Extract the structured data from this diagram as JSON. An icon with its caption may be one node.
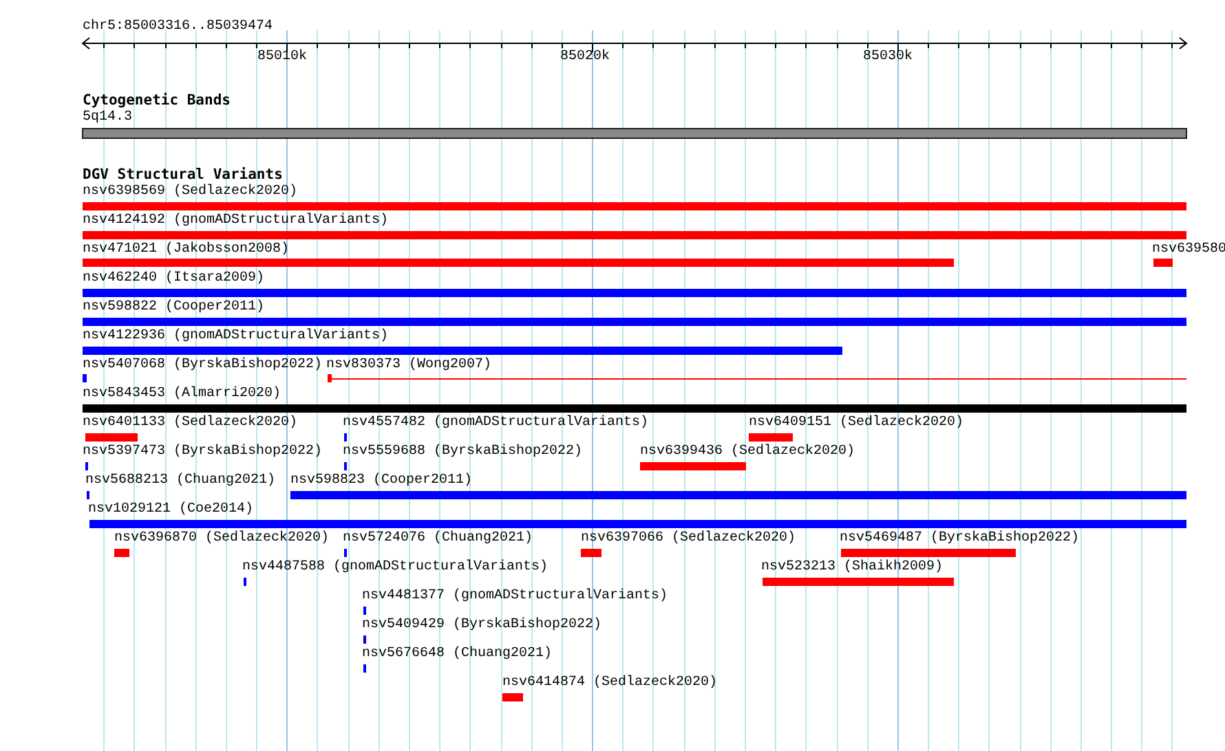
{
  "diagram": {
    "title": "chr5:85003316..85039474",
    "labels": [
      "85010k",
      "85020k",
      "85030k",
      "Cytogenetic Bands",
      "5q14.3",
      "DGV Structural Variants",
      "nsv6398569 (Sedlazeck2020)",
      "nsv4124192 (gnomADStructuralVariants)",
      "nsv471021 (Jakobsson2008)",
      "nsv639580",
      "nsv462240 (Itsara2009)",
      "nsv598822 (Cooper2011)",
      "nsv4122936 (gnomADStructuralVariants)",
      "nsv5407068 (ByrskaBishop2022)",
      "nsv830373 (Wong2007)",
      "nsv5843453 (Almarri2020)",
      "nsv6401133 (Sedlazeck2020)",
      "nsv4557482 (gnomADStructuralVariants)",
      "nsv6409151 (Sedlazeck2020)",
      "nsv5397473 (ByrskaBishop2022)",
      "nsv5559688 (ByrskaBishop2022)",
      "nsv6399436 (Sedlazeck2020)",
      "nsv5688213 (Chuang2021)",
      "nsv598823 (Cooper2011)",
      "nsv1029121 (Coe2014)",
      "nsv6396870 (Sedlazeck2020)",
      "nsv5724076 (Chuang2021)",
      "nsv6397066 (Sedlazeck2020)",
      "nsv5469487 (ByrskaBishop2022)",
      "nsv4487588 (gnomADStructuralVariants)",
      "nsv523213 (Shaikh2009)",
      "nsv4481377 (gnomADStructuralVariants)",
      "nsv5409429 (ByrskaBishop2022)",
      "nsv5676648 (Chuang2021)",
      "nsv6414874 (Sedlazeck2020)"
    ]
  }
}
